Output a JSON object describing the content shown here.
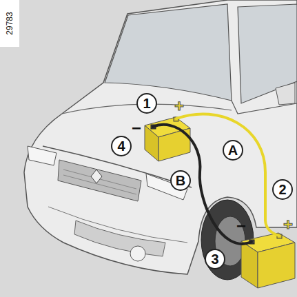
{
  "diagram": {
    "labels": [
      "29783",
      "1",
      "+",
      "−",
      "4",
      "A",
      "B",
      "2",
      "3",
      "−",
      "+"
    ]
  }
}
